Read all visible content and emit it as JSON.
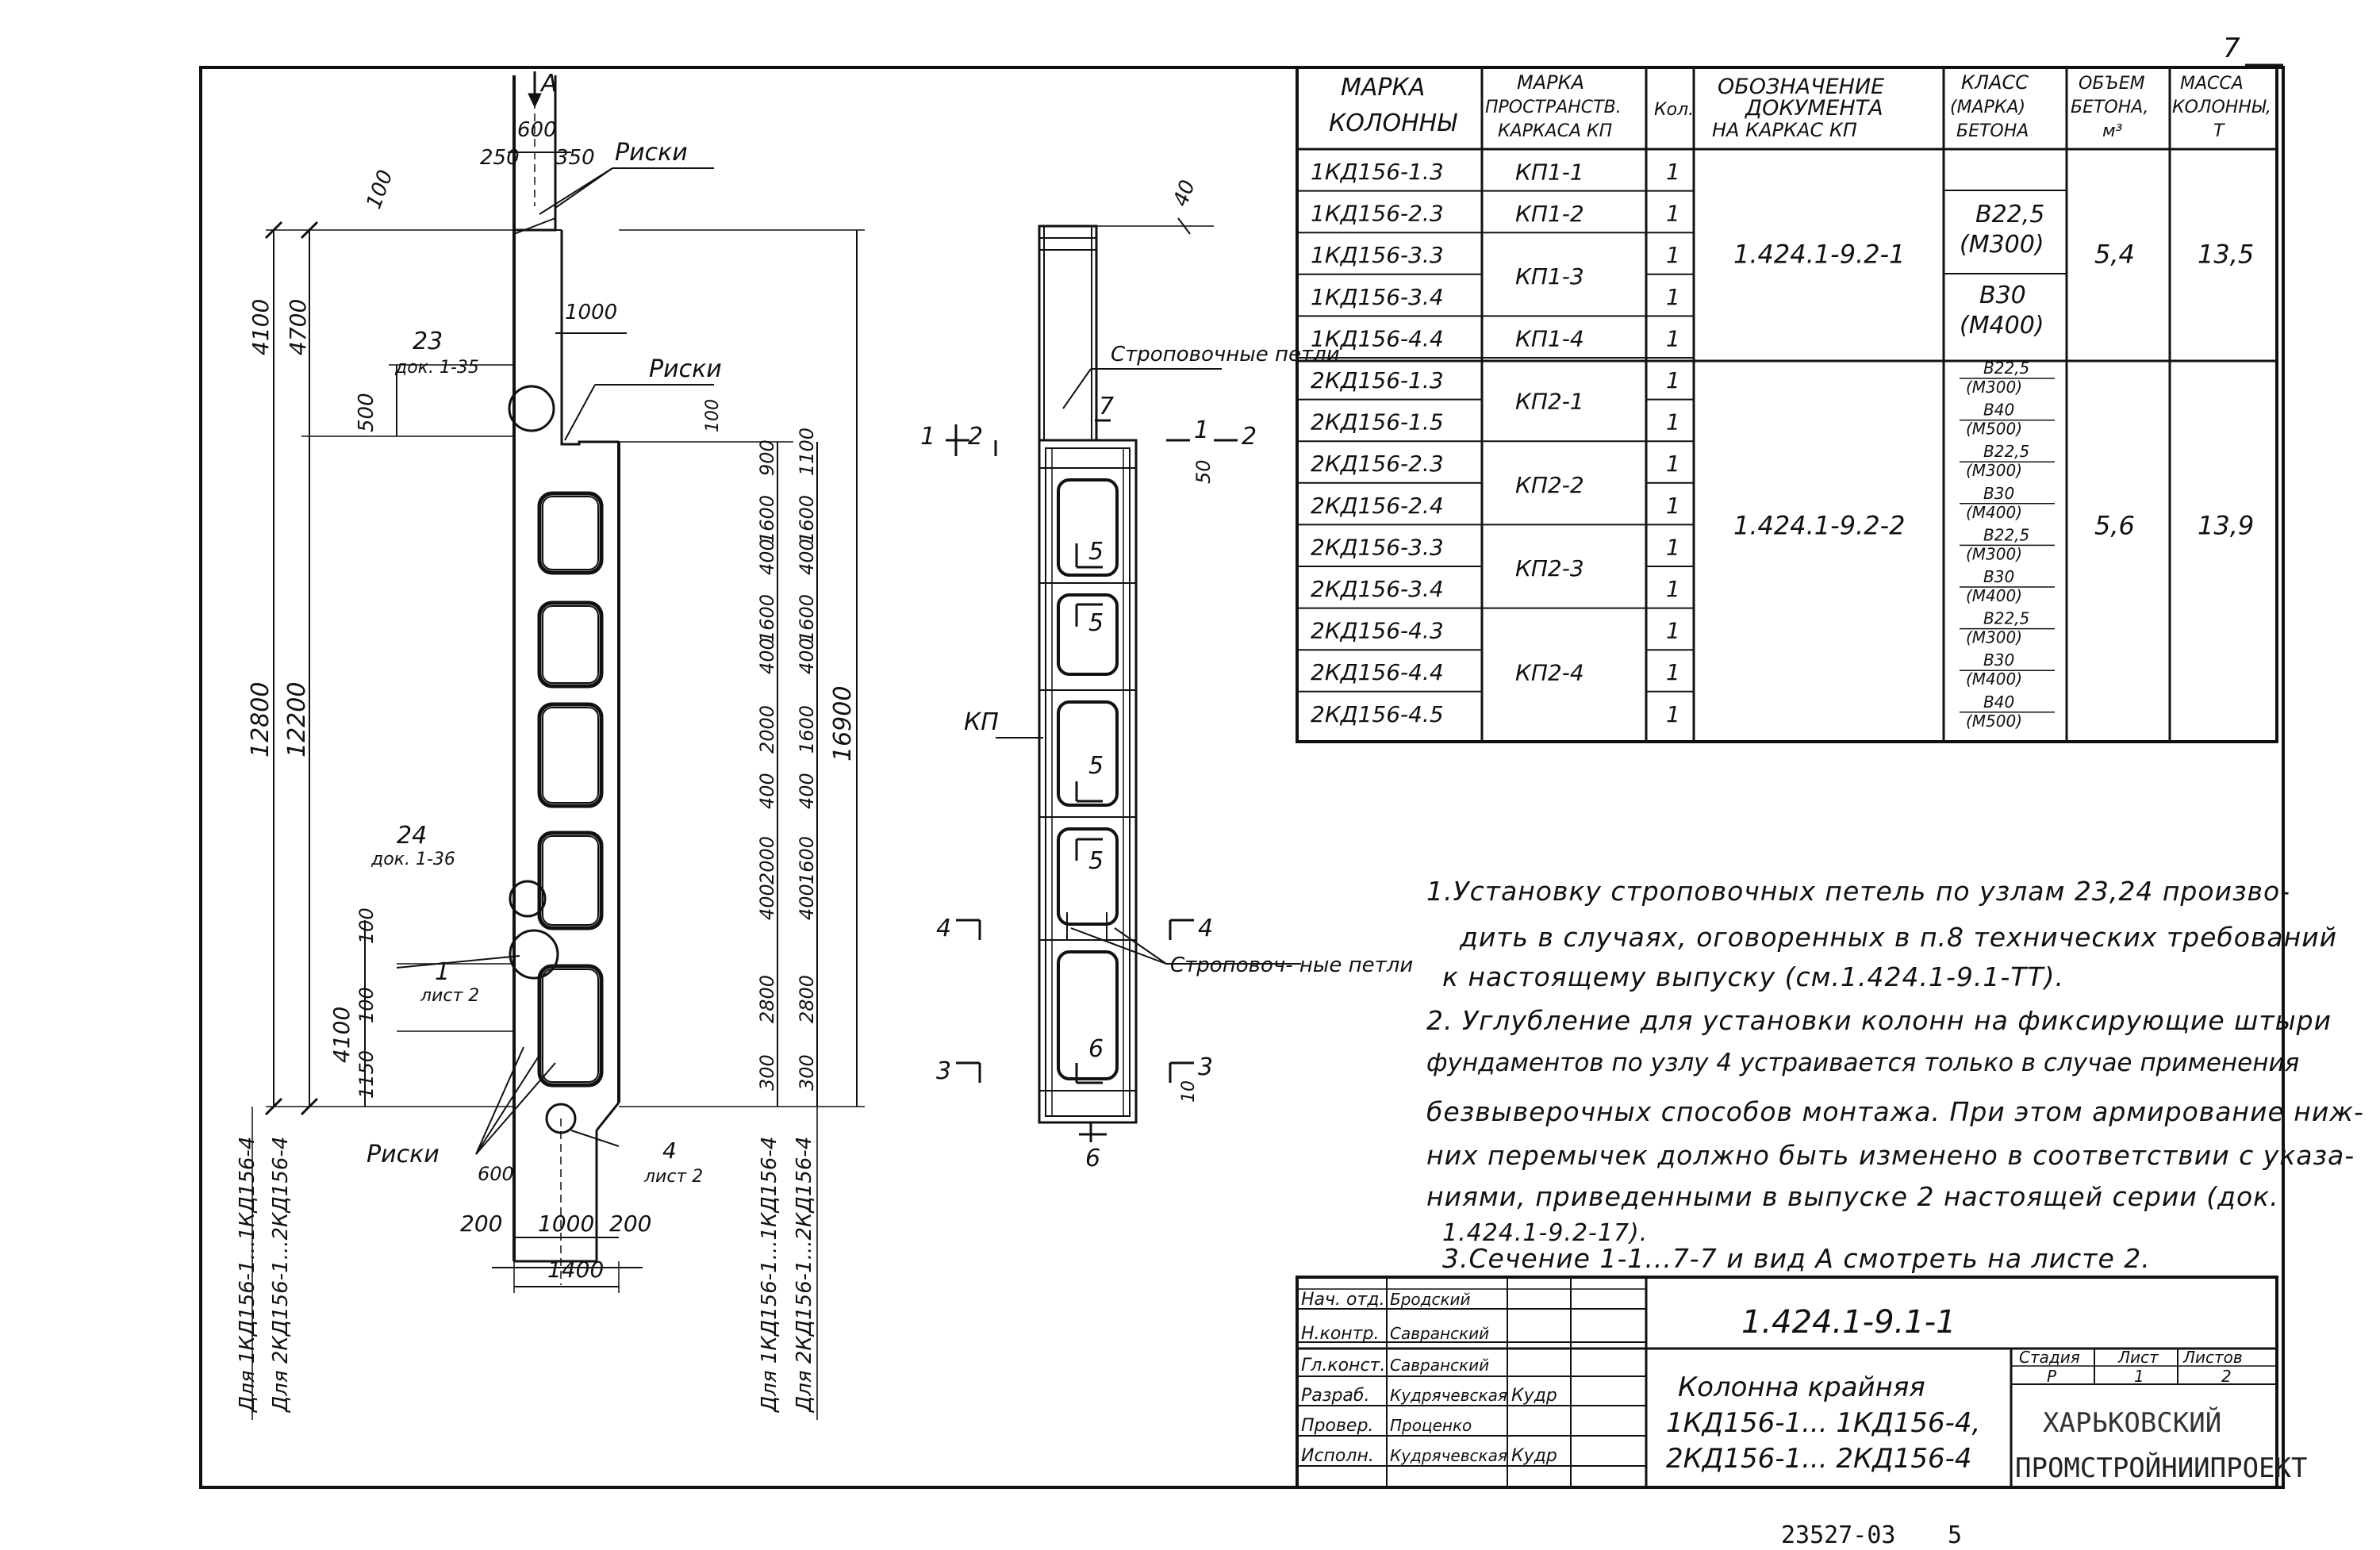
{
  "page_number": "7",
  "footer": {
    "archive_number": "23527-03",
    "sheet_index": "5"
  },
  "table": {
    "headers": {
      "col_mark": "МАРКА КОЛОННЫ",
      "col_frame": "МАРКА ПРОСТРАНСТВ. КАРКАСА КП",
      "col_qty": "Кол.",
      "col_doc": "ОБОЗНАЧЕНИЕ ДОКУМЕНТА НА КАРКАС КП",
      "col_class": "КЛАСС (МАРКА) БЕТОНА",
      "col_volume": "ОБЪЕМ БЕТОНА, м³",
      "col_mass": "МАССА КОЛОННЫ, Т"
    },
    "rows": [
      {
        "mark": "1КД156-1.3",
        "qty": "1"
      },
      {
        "mark": "1КД156-2.3",
        "qty": "1"
      },
      {
        "mark": "1КД156-3.3",
        "qty": "1"
      },
      {
        "mark": "1КД156-3.4",
        "qty": "1"
      },
      {
        "mark": "1КД156-4.4",
        "qty": "1"
      },
      {
        "mark": "2КД156-1.3",
        "qty": "1"
      },
      {
        "mark": "2КД156-1.5",
        "qty": "1"
      },
      {
        "mark": "2КД156-2.3",
        "qty": "1"
      },
      {
        "mark": "2КД156-2.4",
        "qty": "1"
      },
      {
        "mark": "2КД156-3.3",
        "qty": "1"
      },
      {
        "mark": "2КД156-3.4",
        "qty": "1"
      },
      {
        "mark": "2КД156-4.3",
        "qty": "1"
      },
      {
        "mark": "2КД156-4.4",
        "qty": "1"
      },
      {
        "mark": "2КД156-4.5",
        "qty": "1"
      }
    ],
    "frames": [
      "КП1-1",
      "КП1-2",
      "КП1-3",
      "КП1-4",
      "КП2-1",
      "КП2-2",
      "КП2-3",
      "КП2-4"
    ],
    "docs": [
      "1.424.1-9.2-1",
      "1.424.1-9.2-2"
    ],
    "classes": [
      "В22,5",
      "(М300)",
      "В30",
      "(М400)",
      "В22,5",
      "(М300)",
      "В40",
      "(М500)",
      "В22,5",
      "(М300)",
      "В30",
      "(М400)",
      "В22,5",
      "(М300)",
      "В30",
      "(М400)",
      "В22,5",
      "(М300)",
      "В30",
      "(М400)",
      "В40",
      "(М500)"
    ],
    "volumes": [
      "5,4",
      "5,6"
    ],
    "masses": [
      "13,5",
      "13,9"
    ]
  },
  "notes": [
    "1.Установку строповочных петель по узлам 23,24 произво-",
    "дить в случаях, оговоренных в п.8 технических требований",
    "к настоящему выпуску (см.1.424.1-9.1-ТТ).",
    "2. Углубление для установки колонн на фиксирующие штыри",
    "фундаментов по узлу 4 устраивается только в случае применения",
    "безвыверочных способов монтажа. При этом армирование ниж-",
    "них перемычек должно быть изменено в соответствии с указа-",
    "ниями, приведенными в выпуске 2 настоящей серии (док.",
    "1.424.1-9.2-17).",
    "3.Сечение 1-1...7-7 и вид А смотреть на листе 2."
  ],
  "title_block": {
    "roles": [
      "Нач. отд.",
      "Н.контр.",
      "Гл.конст.",
      "Разраб.",
      "Провер.",
      "Исполн."
    ],
    "names": [
      "Бродский",
      "Савранский",
      "Савранский",
      "Кудрячевская",
      "Проценко",
      "Кудрячевская"
    ],
    "signatures": [
      "",
      "",
      "",
      "Кудр",
      "",
      "Кудр"
    ],
    "doc_code": "1.424.1-9.1-1",
    "title_lines": [
      "Колонна крайняя",
      "1КД156-1... 1КД156-4,",
      "2КД156-1... 2КД156-4"
    ],
    "stage_label": "Стадия",
    "sheet_label": "Лист",
    "sheets_label": "Листов",
    "stage": "Р",
    "sheet": "1",
    "sheets": "2",
    "org_line1": "ХАРЬКОВСКИЙ",
    "org_line2": "ПРОМСТРОЙНИИПРОЕКТ"
  },
  "drawing": {
    "view_label": "А",
    "dim_600_top": "600",
    "dim_250": "250",
    "dim_350": "350",
    "risks1": "Риски",
    "risks2": "Риски",
    "risks3": "Риски",
    "dim_100_a": "100",
    "dim_4100_a": "4100",
    "dim_4700": "4700",
    "node23": "23",
    "node23_ref": "док. 1-35",
    "dim_500": "500",
    "dim_1000_top": "1000",
    "dim_100_b": "100",
    "col_dims_1": [
      "900",
      "1600",
      "1600",
      "2000",
      "2000",
      "2800",
      "300"
    ],
    "col_gaps_1": [
      "400",
      "400",
      "400",
      "400"
    ],
    "col_dims_2": [
      "1100",
      "1600",
      "1600",
      "1600",
      "1600",
      "2800",
      "300"
    ],
    "col_gaps_2": [
      "400",
      "400",
      "400",
      "400"
    ],
    "dim_16900": "16900",
    "dim_12800": "12800",
    "dim_12200": "12200",
    "node24": "24",
    "node24_ref": "док. 1-36",
    "dim_100_c": "100",
    "dim_4100_b": "4100",
    "node1": "1",
    "node1_ref": "лист 2",
    "dim_1150": "1150",
    "dim_100_d": "100",
    "node4": "4",
    "node4_ref": "лист 2",
    "dim_600_bot": "600",
    "dim_200_l": "200",
    "dim_1000_bot": "1000",
    "dim_200_r": "200",
    "dim_1400": "1400",
    "vert_label_1": "Для 1КД156-1...1КД156-4",
    "vert_label_2": "Для 2КД156-1...2КД156-4",
    "vert_label_3": "Для 1КД156-1...1КД156-4",
    "vert_label_4": "Для 2КД156-1...2КД156-4",
    "section_dim_40": "40",
    "slings_top": "Строповочные петли",
    "slings_mid": "Строповоч- ные петли",
    "kp_label": "КП",
    "sec1": "1",
    "sec2": "2",
    "sec7": "7",
    "sec5a": "5",
    "sec5b": "5",
    "sec5c": "5",
    "sec4": "4",
    "sec3": "3",
    "sec6": "6",
    "dim_50": "50",
    "dim_10": "10"
  }
}
